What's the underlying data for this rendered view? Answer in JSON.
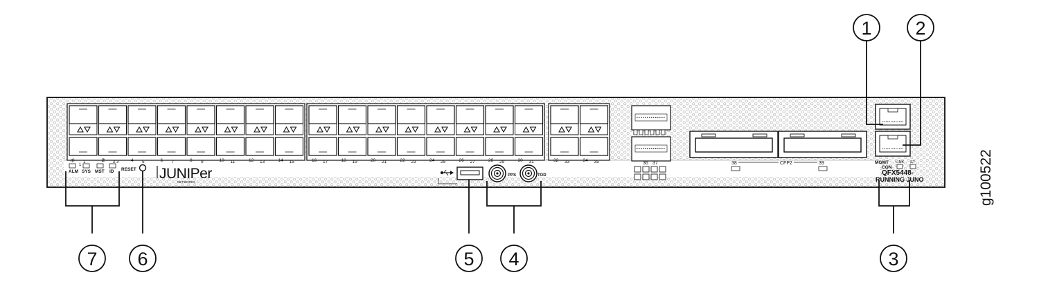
{
  "figure_id": "g100522",
  "callouts": [
    "1",
    "2",
    "3",
    "4",
    "5",
    "6",
    "7"
  ],
  "brand": {
    "name": "JUNIPer",
    "sub": "NETWORKS"
  },
  "model": {
    "line1": "QFX5448-",
    "line2": "RUNNING JUNO"
  },
  "leds": {
    "alm": "ALM",
    "sys": "SYS",
    "mst": "MST",
    "id": "ID",
    "n0": "0",
    "n1": "1",
    "n2": "2",
    "n3": "3"
  },
  "reset_label": "RESET",
  "port_group_a": [
    {
      "top": "0",
      "bottom": "1"
    },
    {
      "top": "2",
      "bottom": "3"
    },
    {
      "top": "4",
      "bottom": "5"
    },
    {
      "top": "6",
      "bottom": "7"
    },
    {
      "top": "8",
      "bottom": "9"
    },
    {
      "top": "10",
      "bottom": "11"
    },
    {
      "top": "12",
      "bottom": "13"
    },
    {
      "top": "14",
      "bottom": "15"
    }
  ],
  "port_group_b": [
    {
      "top": "16",
      "bottom": "17"
    },
    {
      "top": "18",
      "bottom": "19"
    },
    {
      "top": "20",
      "bottom": "21"
    },
    {
      "top": "22",
      "bottom": "23"
    },
    {
      "top": "24",
      "bottom": "25"
    },
    {
      "top": "26",
      "bottom": "27"
    },
    {
      "top": "28",
      "bottom": "29"
    },
    {
      "top": "30",
      "bottom": "31"
    }
  ],
  "port_group_c": [
    {
      "top": "32",
      "bottom": "33"
    },
    {
      "top": "34",
      "bottom": "35"
    }
  ],
  "qsfp_label": {
    "a": "36",
    "b": "37"
  },
  "cfp": {
    "left": "38",
    "center": "CFP2",
    "right": "39"
  },
  "mgmt": {
    "mgmt": "MGMT",
    "con": "CON",
    "link": "LINK",
    "st": "ST"
  },
  "timing": {
    "pps": "PPS",
    "tod": "TOD"
  }
}
